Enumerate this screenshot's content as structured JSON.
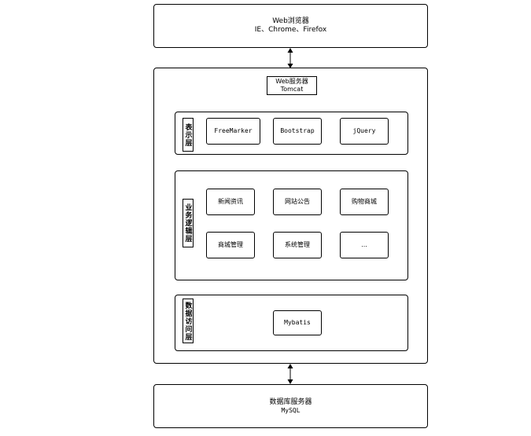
{
  "browser": {
    "title": "Web浏览器",
    "subtitle": "IE、Chrome、Firefox"
  },
  "web_server": {
    "title": "Web服务器",
    "subtitle": "Tomcat"
  },
  "layers": {
    "presentation": {
      "label": "表示层",
      "items": [
        "FreeMarker",
        "Bootstrap",
        "jQuery"
      ]
    },
    "business": {
      "label": "业务逻辑层",
      "items": [
        "新闻资讯",
        "网站公告",
        "购物商城",
        "商城管理",
        "系统管理",
        "..."
      ]
    },
    "data_access": {
      "label": "数据访问层",
      "items": [
        "Mybatis"
      ]
    }
  },
  "db_server": {
    "title": "数据库服务器",
    "subtitle": "MySQL"
  }
}
